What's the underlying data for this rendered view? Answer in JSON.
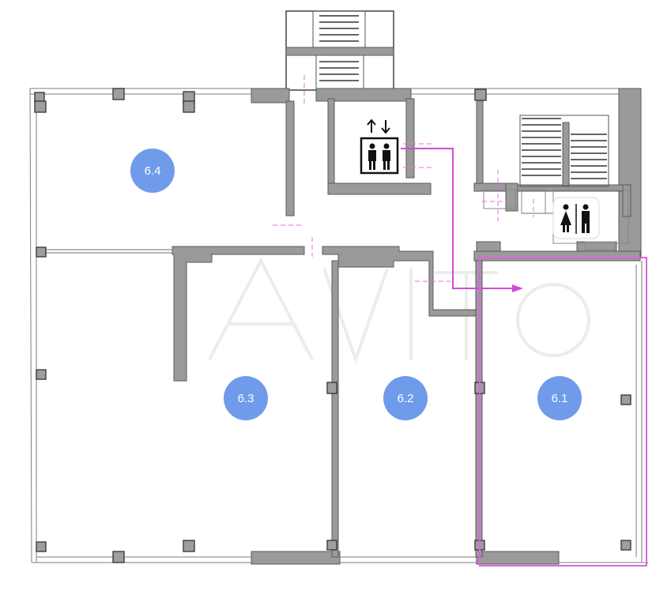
{
  "rooms": [
    {
      "id": "6.4",
      "label": "6.4"
    },
    {
      "id": "6.3",
      "label": "6.3"
    },
    {
      "id": "6.2",
      "label": "6.2"
    },
    {
      "id": "6.1",
      "label": "6.1"
    }
  ],
  "icons": {
    "elevator": "elevator-icon",
    "restroom": "restroom-icon",
    "stairs": "stairs-icon"
  },
  "colors": {
    "room_marker": "#6f9bea",
    "route": "#d04bd6",
    "selected_room_outline": "#d966e0",
    "walls": "#9a9a9a"
  },
  "selected_room": "6.1"
}
